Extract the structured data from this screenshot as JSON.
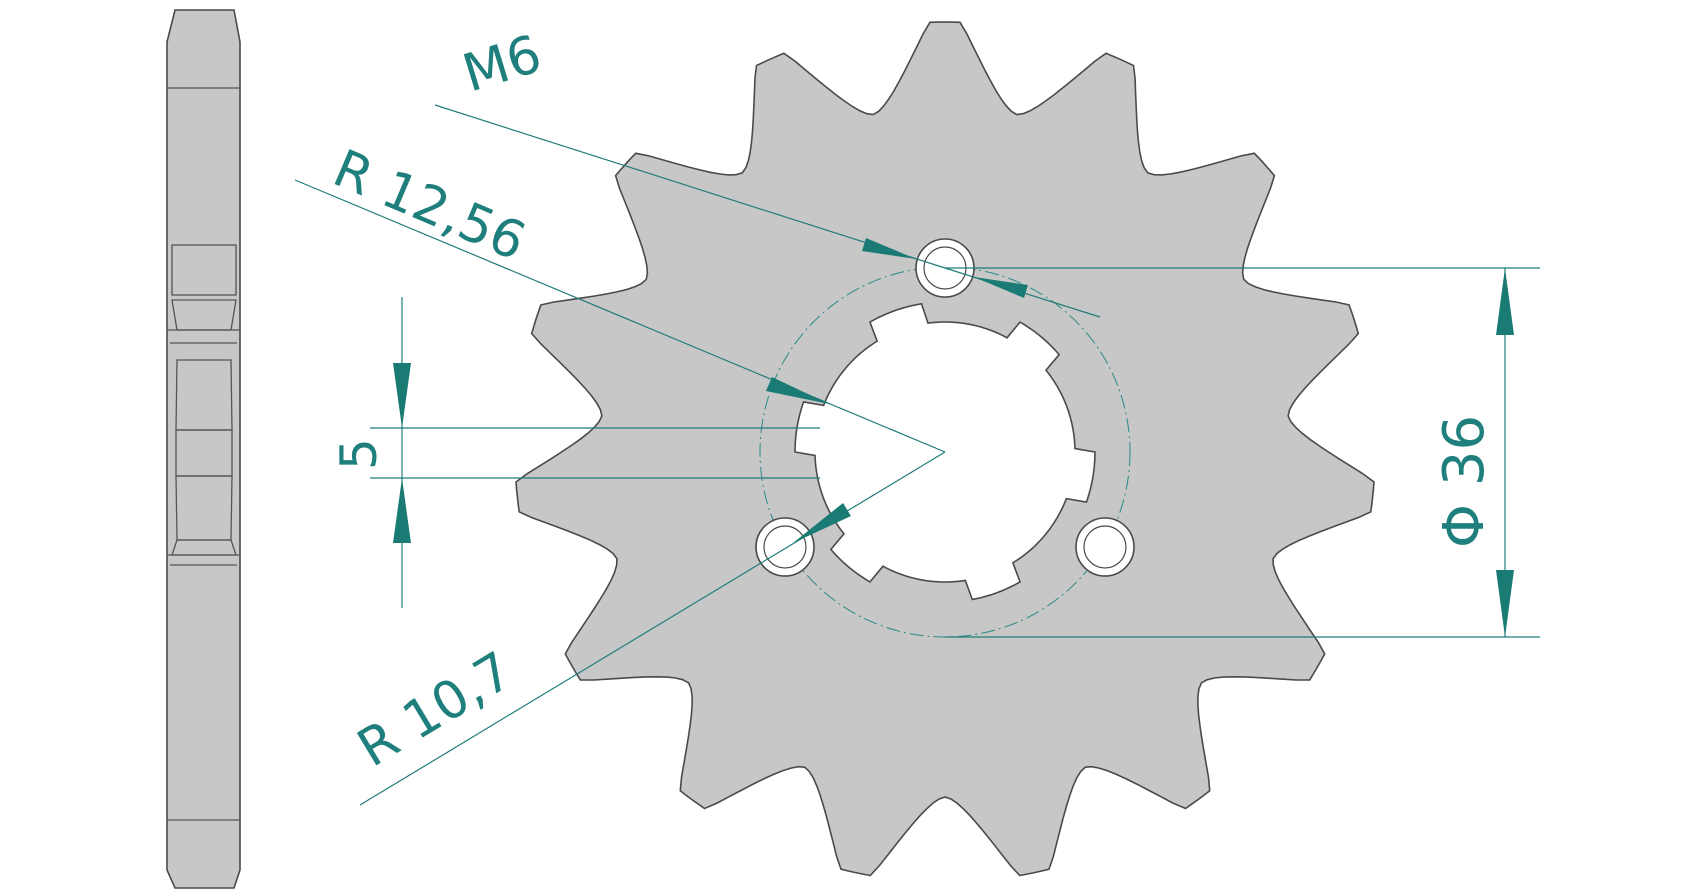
{
  "colors": {
    "part_fill": "#c7c7c7",
    "part_outline": "#4a4a4a",
    "dimension": "#1a7a74"
  },
  "sprocket": {
    "teeth": 15
  },
  "dimensions": {
    "thread": "M6",
    "outer_radius": "R 12,56",
    "inner_radius": "R 10,7",
    "key_width": "5",
    "bolt_circle": "Φ 36"
  }
}
